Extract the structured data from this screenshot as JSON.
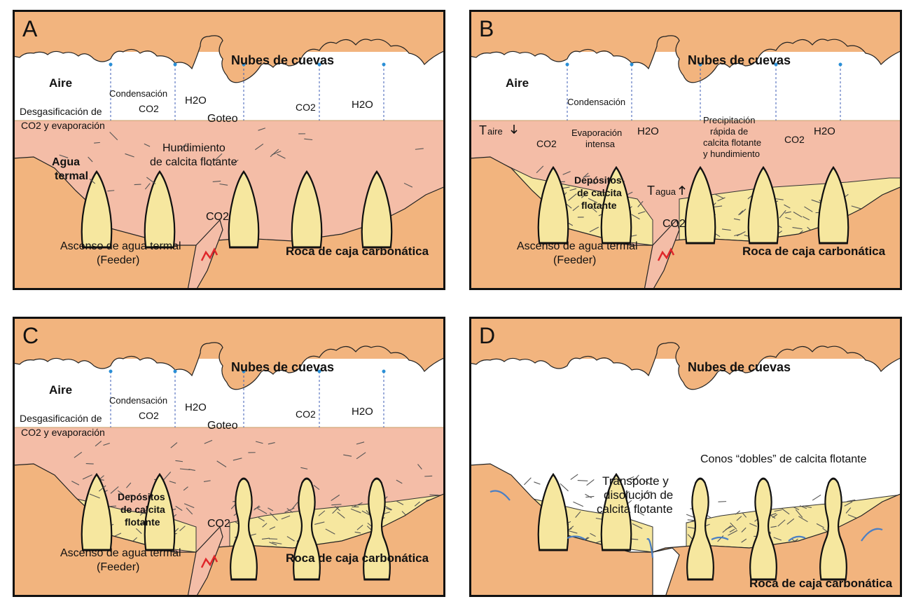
{
  "colors": {
    "rock": "#f2b47e",
    "water": "#f4bda7",
    "deposit": "#f6e79f",
    "outline": "#111111",
    "drip": "#2a8fd6",
    "arrow_flow": "#4a7fc4",
    "feeder_arrow": "#e0262a"
  },
  "panels": [
    {
      "letter": "A",
      "cloud_label": "Nubes de cuevas",
      "air_label": "Aire",
      "degas_line1": "Desgasificación de",
      "degas_line2": "CO2 y evaporación",
      "condensation": "Condensación",
      "co2_a": "CO2",
      "h2o_a": "H2O",
      "goteo": "Goteo",
      "co2_b": "CO2",
      "h2o_b": "H2O",
      "sinking_line1": "Hundimiento",
      "sinking_line2": "de calcita flotante",
      "water_line1": "Agua",
      "water_line2": "termal",
      "feeder_co2": "CO2",
      "ascent_line1": "Ascenso de agua termal",
      "ascent_line2": "(Feeder)",
      "host_rock": "Roca de caja carbonática"
    },
    {
      "letter": "B",
      "cloud_label": "Nubes de cuevas",
      "air_label": "Aire",
      "condensation": "Condensación",
      "t_air_T": "T",
      "t_air_sub": "aire",
      "co2_a": "CO2",
      "evap_line1": "Evaporación",
      "evap_line2": "intensa",
      "h2o_a": "H2O",
      "precip_line1": "Precipitación",
      "precip_line2": "rápida de",
      "precip_line3": "calcita flotante",
      "precip_line4": "y hundimiento",
      "co2_b": "CO2",
      "h2o_b": "H2O",
      "t_water_T": "T",
      "t_water_sub": "agua",
      "deposit_line1": "Depósitos",
      "deposit_line2": "de calcita",
      "deposit_line3": "flotante",
      "feeder_co2": "CO2",
      "ascent_line1": "Ascenso de agua termal",
      "ascent_line2": "(Feeder)",
      "host_rock": "Roca de caja carbonática"
    },
    {
      "letter": "C",
      "cloud_label": "Nubes de cuevas",
      "air_label": "Aire",
      "degas_line1": "Desgasificación de",
      "degas_line2": "CO2 y evaporación",
      "condensation": "Condensación",
      "co2_a": "CO2",
      "h2o_a": "H2O",
      "goteo": "Goteo",
      "co2_b": "CO2",
      "h2o_b": "H2O",
      "deposit_line1": "Depósitos",
      "deposit_line2": "de calcita",
      "deposit_line3": "flotante",
      "feeder_co2": "CO2",
      "ascent_line1": "Ascenso de agua termal",
      "ascent_line2": "(Feeder)",
      "host_rock": "Roca de caja carbonática"
    },
    {
      "letter": "D",
      "cloud_label": "Nubes de cuevas",
      "double_cones": "Conos “dobles” de calcita flotante",
      "transport_line1": "Transporte y",
      "transport_line2": "disolución de",
      "transport_line3": "calcita flotante",
      "host_rock": "Roca de caja carbonática"
    }
  ]
}
